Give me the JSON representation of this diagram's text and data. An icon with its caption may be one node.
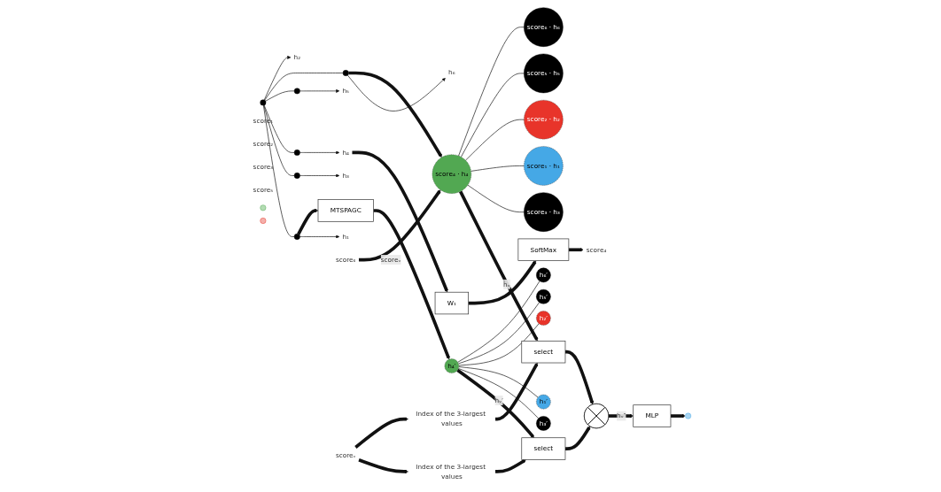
{
  "diagram": {
    "nodes": [
      {
        "text": [],
        "shape": "circle"
      },
      {
        "text": [],
        "shape": "circle"
      },
      {
        "text": [],
        "shape": "circle"
      },
      {
        "text": [],
        "shape": "circle"
      },
      {
        "text": [],
        "shape": "circle"
      },
      {
        "text": [],
        "shape": "circle"
      },
      {
        "text": [
          "h₁"
        ]
      },
      {
        "text": [
          "h₂"
        ]
      },
      {
        "text": [
          "h₃"
        ]
      },
      {
        "text": [
          "h₄"
        ]
      },
      {
        "text": [
          "h₅"
        ]
      },
      {
        "text": [
          "h₆"
        ]
      },
      {
        "text": [
          "MTSPAGC"
        ]
      },
      {
        "text": [
          "W₁"
        ]
      },
      {
        "text": [
          "SoftMax"
        ]
      },
      {
        "text": [
          "score₁"
        ]
      },
      {
        "text": [
          "score₂"
        ]
      },
      {
        "text": [
          "score₃"
        ]
      },
      {
        "text": [
          "score₄"
        ]
      },
      {
        "text": [
          "score₅"
        ]
      },
      {
        "text": [
          "score₆"
        ]
      },
      {
        "text": [
          "scoreᵥ"
        ]
      },
      {
        "text": [
          "Index of the 3-largest values"
        ]
      },
      {
        "text": [
          "Index of the 3-largest values"
        ]
      },
      {
        "text": [
          "select"
        ]
      },
      {
        "text": [
          "select"
        ]
      },
      {
        "text": [
          "h₄′"
        ]
      },
      {
        "text": [
          "h₃′"
        ]
      },
      {
        "text": [
          "h₁′"
        ]
      },
      {
        "text": [
          "h₂′"
        ]
      },
      {
        "text": [
          "h₅′"
        ]
      },
      {
        "text": [
          "h₆′"
        ]
      },
      {
        "text": [
          "score₄ · h₄"
        ]
      },
      {
        "text": [
          "score₃ · h₃"
        ]
      },
      {
        "text": [
          "score₁ · h₁"
        ]
      },
      {
        "text": [
          "score₂ · h₂"
        ]
      },
      {
        "text": [
          "score₅ · h₅"
        ]
      },
      {
        "text": [
          "score₆ · h₆"
        ]
      },
      {
        "text": [],
        "shape": "circle"
      },
      {
        "text": [
          "MLP"
        ]
      },
      {
        "text": [],
        "shape": "circle"
      },
      {
        "text": [],
        "shape": "circle"
      },
      {
        "text": [],
        "shape": "circle"
      }
    ],
    "edges": [
      {
        "from": 2,
        "to": 0,
        "arrow": "none"
      },
      {
        "from": 2,
        "to": 1,
        "arrow": "none"
      },
      {
        "from": 2,
        "to": 3,
        "arrow": "none"
      },
      {
        "from": 2,
        "to": 4,
        "arrow": "none"
      },
      {
        "from": 2,
        "to": 5,
        "arrow": "none"
      },
      {
        "from": 0,
        "to": 6,
        "arrow": "to"
      },
      {
        "from": 2,
        "to": 7,
        "arrow": "to"
      },
      {
        "from": 1,
        "to": 8,
        "arrow": "to"
      },
      {
        "from": 3,
        "to": 9,
        "arrow": "to"
      },
      {
        "from": 4,
        "to": 10,
        "arrow": "to"
      },
      {
        "from": 5,
        "to": 11,
        "arrow": "to"
      },
      {
        "from": 0,
        "to": 12,
        "arrow": "to",
        "style": "thick"
      },
      {
        "from": 12,
        "to": 26,
        "arrow": "to",
        "style": "thick"
      },
      {
        "from": 9,
        "to": 13,
        "arrow": "to",
        "style": "thick"
      },
      {
        "from": 13,
        "to": 14,
        "arrow": "to",
        "style": "thick"
      },
      {
        "from": 14,
        "to": 18,
        "arrow": "to",
        "style": "thick"
      },
      {
        "from": 5,
        "to": 32,
        "arrow": "to",
        "style": "thick"
      },
      {
        "from": 20,
        "to": 32,
        "arrow": "to",
        "label": "scoreᵥ",
        "style": "thick"
      },
      {
        "from": 26,
        "to": 24,
        "arrow": "to",
        "label": "hᵥ′",
        "style": "thick"
      },
      {
        "from": 32,
        "to": 25,
        "arrow": "to",
        "label": "ĥᵥ",
        "style": "thick"
      },
      {
        "from": 21,
        "to": 22,
        "arrow": "to",
        "style": "thick"
      },
      {
        "from": 22,
        "to": 24,
        "arrow": "to",
        "style": "thick"
      },
      {
        "from": 21,
        "to": 23,
        "arrow": "to",
        "style": "thick"
      },
      {
        "from": 23,
        "to": 25,
        "arrow": "to",
        "style": "thick"
      },
      {
        "from": 24,
        "to": 38,
        "arrow": "to",
        "style": "thick"
      },
      {
        "from": 25,
        "to": 38,
        "arrow": "to",
        "style": "thick"
      },
      {
        "from": 38,
        "to": 39,
        "arrow": "to",
        "label": "hᵥ″",
        "style": "thick"
      },
      {
        "from": 39,
        "to": 40,
        "arrow": "to",
        "style": "thick"
      },
      {
        "from": 26,
        "to": 27,
        "arrow": "none"
      },
      {
        "from": 26,
        "to": 28,
        "arrow": "none"
      },
      {
        "from": 26,
        "to": 29,
        "arrow": "none"
      },
      {
        "from": 26,
        "to": 30,
        "arrow": "none"
      },
      {
        "from": 26,
        "to": 31,
        "arrow": "none"
      },
      {
        "from": 32,
        "to": 33,
        "arrow": "none"
      },
      {
        "from": 32,
        "to": 34,
        "arrow": "none"
      },
      {
        "from": 32,
        "to": 35,
        "arrow": "none"
      },
      {
        "from": 32,
        "to": 36,
        "arrow": "none"
      },
      {
        "from": 32,
        "to": 37,
        "arrow": "none"
      }
    ]
  }
}
